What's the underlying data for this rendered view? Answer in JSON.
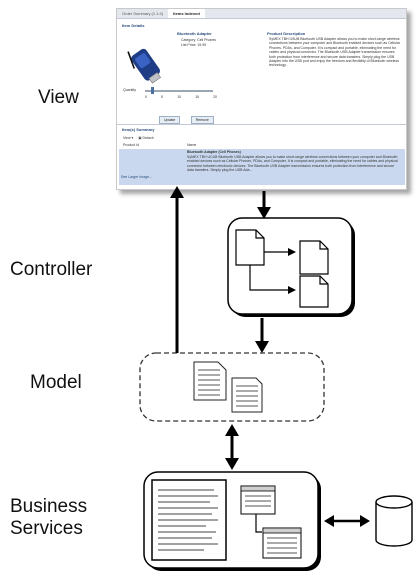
{
  "layers": {
    "view": "View",
    "controller": "Controller",
    "model": "Model",
    "business_line1": "Business",
    "business_line2": "Services"
  },
  "screenshot": {
    "tabs": [
      "Order Summary (1.1.0)",
      "Items Indexed"
    ],
    "item_details_title": "Item Details",
    "item_name": "Bluetooth Adapter",
    "category_label": "Category:",
    "category_value": "Cell Phones",
    "list_price_label": "List Price:",
    "list_price_value": "19.99",
    "product_desc_title": "Product Description",
    "product_desc_text": "SyMEX TBH USUB Bluetooth USB Adapter allows you to make short-range wireless connections between your computer and Bluetooth enabled devices such as Cellular Phones, PDAs, and Computer. It is compact and portable, eliminating the need for cables and physical connector. The Bluetooth USB Adapter transmission ensures both protection from interference and secure data transfers. Simply plug the USB Adapter into the USB port and enjoy the freedom and flexibility of Bluetooth wireless technology.",
    "quantity_label": "Quantity",
    "slider_ticks": [
      "0",
      "5",
      "10",
      "15",
      "20"
    ],
    "update_button": "Update",
    "remove_button": "Remove",
    "summary_title": "Item(s) Summary",
    "view_menu": "View ▾",
    "detach_label": "Detach",
    "col_product_id": "Product Id",
    "col_name": "Name",
    "row_name": "Bluetooth Adapter (Cell Phones)",
    "row_text": "SyMEX TBH UCUB Bluetooth USB Adapter allows you to make short-range wireless connections between your computer and Bluetooth enabled devices such as Cellular Phones, PDAs, and Computer. It is compact and portable, eliminating the need for cables and physical connector between electronic devices. The Bluetooth USB Adapter transmission ensures both protection from interference and secure data transfers. Simply plug the USB Ada...",
    "see_larger_image": "See Larger Image..."
  },
  "colors": {
    "arrow": "#000000",
    "dashed_border": "#333333",
    "doc_stroke": "#222222"
  }
}
